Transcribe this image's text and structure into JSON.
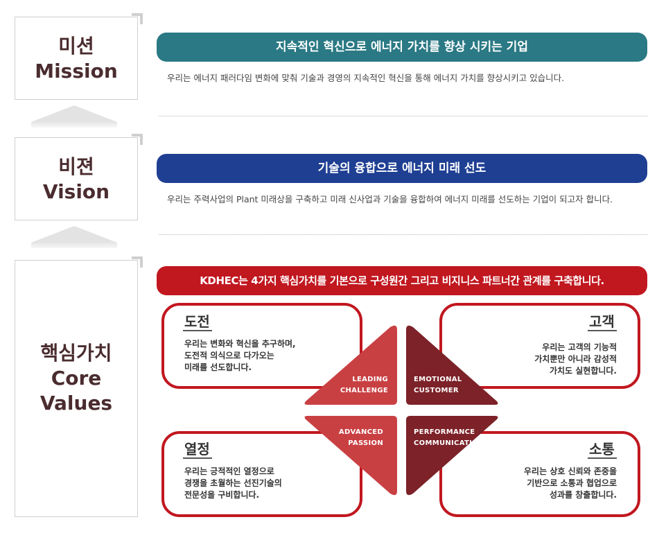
{
  "mission": {
    "label_ko": "미션",
    "label_en": "Mission",
    "headline": "지속적인 혁신으로 에너지 가치를 향상 시키는 기업",
    "description": "우리는 에너지 패러다임 변화에 맞춰 기술과 경영의 지속적인 혁신을 통해 에너지 가치를 향상시키고 있습니다.",
    "color": "#2a7984"
  },
  "vision": {
    "label_ko": "비젼",
    "label_en": "Vision",
    "headline": "기술의 융합으로 에너지 미래 선도",
    "description": "우리는 주력사업의 Plant 미래상을 구축하고 미래 신사업과 기술을 융합하여 에너지 미래를 선도하는 기업이 되고자 합니다.",
    "color": "#1f3f93"
  },
  "core_values": {
    "label_ko": "핵심가치",
    "label_en_1": "Core",
    "label_en_2": "Values",
    "headline": "KDHEC는 4가지 핵심가치를 기본으로 구성원간 그리고 비지니스 파트너간 관계를 구축합니다.",
    "color": "#c1171f",
    "values": {
      "challenge": {
        "title": "도전",
        "lines": [
          "우리는 변화와 혁신을 추구하며,",
          "도전적 의식으로 다가오는",
          "미래를 선도합니다."
        ],
        "label_1": "LEADING",
        "label_2": "CHALLENGE",
        "color": "#c94043"
      },
      "customer": {
        "title": "고객",
        "lines": [
          "우리는 고객의 기능적",
          "가치뿐만 아니라 감성적",
          "가치도 실현합니다."
        ],
        "label_1": "EMOTIONAL",
        "label_2": "CUSTOMER",
        "color": "#7c2228"
      },
      "passion": {
        "title": "열정",
        "lines": [
          "우리는 긍적적인 열정으로",
          "경쟁을 초월하는 선진기술의",
          "전문성을 구비합니다."
        ],
        "label_1": "ADVANCED",
        "label_2": "PASSION",
        "color": "#c94043"
      },
      "communication": {
        "title": "소통",
        "lines": [
          "우리는 상호 신뢰와 존중을",
          "기반으로 소통과 협업으로",
          "성과를 창출합니다."
        ],
        "label_1": "PERFORMANCE",
        "label_2": "COMMUNICATION",
        "color": "#7c2228"
      }
    }
  }
}
